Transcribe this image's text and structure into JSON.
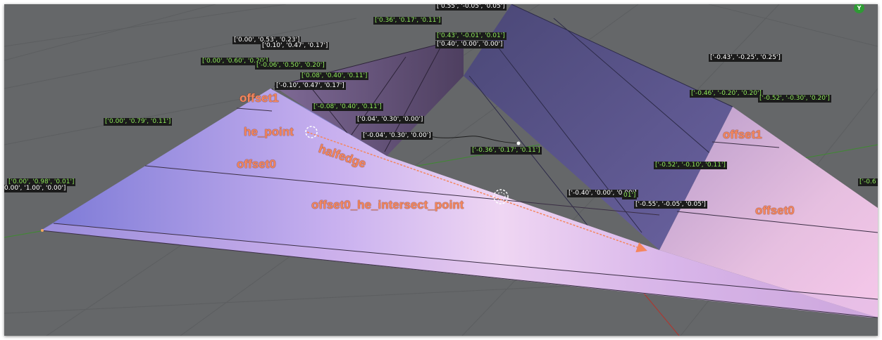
{
  "colors": {
    "viewport_bg": "#656769",
    "grid_line": "#5c5e60",
    "x_axis": "#b2342c",
    "y_axis": "#3f8a31",
    "annotation": "#f5865d",
    "vertex_label_green": "#8ee85a",
    "vertex_label_white": "#ffffff"
  },
  "gizmo": {
    "axis_y_label": "Y"
  },
  "annotations": {
    "offset1_left": "offset1",
    "he_point": "he_point",
    "halfedge": "halfedge",
    "offset0_left": "offset0",
    "intersect_point": "offset0_he_intersect_point",
    "offset1_right": "offset1",
    "offset0_right": "offset0"
  },
  "vertex_labels": [
    {
      "id": "top-center",
      "text": "['0.55', '-0.05', '0.05']",
      "style": "w"
    },
    {
      "id": "top-left-1",
      "text": "['0.36', '0.17', '0.11']",
      "style": "g"
    },
    {
      "id": "top-mid-1",
      "text": "['0.43', '-0.01', '0.01']",
      "style": "g"
    },
    {
      "id": "top-mid-2",
      "text": "['0.40', '0.00', '0.00']",
      "style": "w"
    },
    {
      "id": "left-1",
      "text": "['0.00', '0.53', '0.23']",
      "style": "w"
    },
    {
      "id": "left-2",
      "text": "['0.10', '0.47', '0.17']",
      "style": "w"
    },
    {
      "id": "left-3",
      "text": "['0.00', '0.60', '0.20']",
      "style": "g"
    },
    {
      "id": "left-4",
      "text": "['-0.06', '0.50', '0.20']",
      "style": "g"
    },
    {
      "id": "left-5",
      "text": "['0.08', '0.40', '0.11']",
      "style": "g"
    },
    {
      "id": "left-6",
      "text": "['-0.10', '0.47', '0.17']",
      "style": "w"
    },
    {
      "id": "mid-1",
      "text": "['-0.08', '0.40', '0.11']",
      "style": "g"
    },
    {
      "id": "mid-2",
      "text": "['0.04', '0.30', '0.00']",
      "style": "w"
    },
    {
      "id": "mid-3",
      "text": "['-0.04', '0.30', '0.00']",
      "style": "w"
    },
    {
      "id": "mid-4",
      "text": "['-0.36', '0.17', '0.11']",
      "style": "g"
    },
    {
      "id": "far-left-1",
      "text": "['0.00', '0.79', '0.11']",
      "style": "g"
    },
    {
      "id": "far-left-2",
      "text": "['0.00', '0.98', '0.01']",
      "style": "g"
    },
    {
      "id": "far-left-3",
      "text": "0.00', '1.00', '0.00']",
      "style": "w"
    },
    {
      "id": "right-1",
      "text": "['-0.43', '-0.25', '0.25']",
      "style": "w"
    },
    {
      "id": "right-2",
      "text": "['-0.46', '-0.20', '0.20']",
      "style": "g"
    },
    {
      "id": "right-3",
      "text": "['-0.52', '-0.30', '0.20']",
      "style": "g"
    },
    {
      "id": "right-4",
      "text": "['-0.52', '-0.10', '0.11']",
      "style": "g"
    },
    {
      "id": "right-5",
      "text": "['-0.40', '0.00', '0.00']",
      "style": "w"
    },
    {
      "id": "right-5b",
      "text": "01']",
      "style": "g"
    },
    {
      "id": "right-6",
      "text": "['-0.55', '-0.05', '0.05']",
      "style": "w"
    },
    {
      "id": "far-right",
      "text": "['-0.6",
      "style": "g"
    }
  ]
}
